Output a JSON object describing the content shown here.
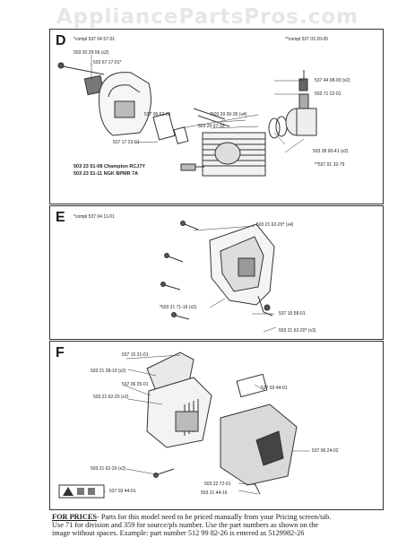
{
  "site": {
    "watermark": "AppliancePartsPros.com"
  },
  "panel_d": {
    "label": "D",
    "parts": {
      "compl_left": "*compl 537 04 57-01",
      "compl_right": "**compl 537 03 20-05",
      "screw_x2": "503 20 29-56 (x2)",
      "screen": "503 67 17-01*",
      "washer_x2": "537 44 08-00 (x2)",
      "bearing": "503 71 22-01",
      "gasket_a": "537 06 62-01",
      "screw_x4": "*503 20 00-35 (x4)",
      "gasket_b": "503 20 07-16",
      "muffler": "537 17 23-01",
      "ring": "503 28 90-41 (x2)",
      "cylinder": "**537 01 32-75",
      "plug_champion": "503 23 51-08 Champion RCJ7Y",
      "plug_ngk": "503 23 51-11 NGK BPMR 7A"
    }
  },
  "panel_e": {
    "label": "E",
    "parts": {
      "compl": "*compl 537 04 11-01",
      "screw_x4": "503 21 62-20* (x4)",
      "screw_x2": "*503 21 71-16 (x2)",
      "spring": "537 10 58-01",
      "screw_x3": "503 21 62-20* (x3)"
    }
  },
  "panel_f": {
    "label": "F",
    "parts": {
      "cover_top": "537 15 31-01",
      "screw_x2": "503 21 28-10 (x2)",
      "cover": "537 06 25-01",
      "screw_x2b": "503 21 62-20 (x2)",
      "decal": "537 03 44-01",
      "housing": "537 06 24-02",
      "screw_x2c": "503 21 62-20 (x2)",
      "bracket": "503 22 72-01",
      "screw": "503 21 44-16",
      "warning_decal": "537 03 44-01"
    }
  },
  "footer": {
    "lead": "FOR PRICES",
    "line1": "- Parts for this model need to be priced manually from your Pricing screen/tab.",
    "line2": "Use 71 for division and 359 for source/pls number.  Use the part numbers as shown on the",
    "line3": "image without spaces.  Example: part number 512 99 82-26 is entered as 5129982-26"
  }
}
